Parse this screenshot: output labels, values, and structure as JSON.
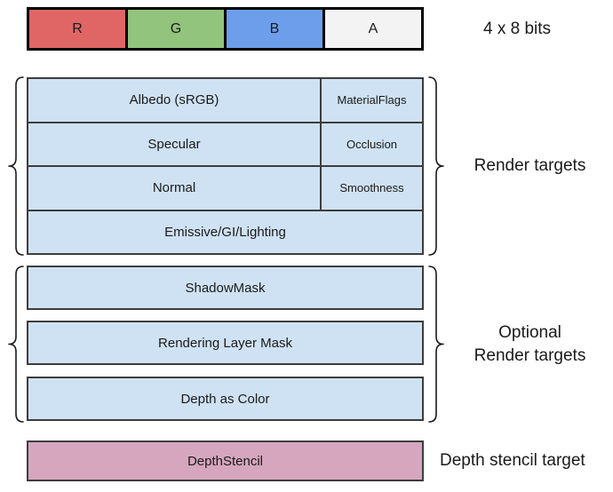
{
  "format_row": {
    "annotation": "4 x 8 bits",
    "cells": [
      {
        "label": "R",
        "color": "#e06666"
      },
      {
        "label": "G",
        "color": "#93c47d"
      },
      {
        "label": "B",
        "color": "#6d9eeb"
      },
      {
        "label": "A",
        "color": "#f3f3f3"
      }
    ]
  },
  "render_targets": {
    "annotation": "Render targets",
    "fill": "#cfe2f3",
    "rows": [
      {
        "main": "Albedo (sRGB)",
        "alpha": "MaterialFlags"
      },
      {
        "main": "Specular",
        "alpha": "Occlusion"
      },
      {
        "main": "Normal",
        "alpha": "Smoothness"
      },
      {
        "main": "Emissive/GI/Lighting"
      }
    ]
  },
  "optional_render_targets": {
    "annotation_line1": "Optional",
    "annotation_line2": "Render targets",
    "fill": "#cfe2f3",
    "rows": [
      "ShadowMask",
      "Rendering Layer Mask",
      "Depth as Color"
    ]
  },
  "depth_stencil": {
    "label": "DepthStencil",
    "annotation": "Depth stencil target",
    "fill": "#d5a6bd"
  }
}
